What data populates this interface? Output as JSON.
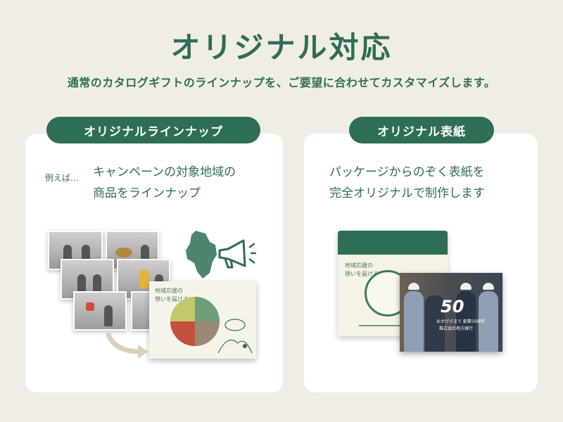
{
  "header": {
    "title": "オリジナル対応",
    "subtitle": "通常のカタログギフトのラインナップを、ご要望に合わせてカスタマイズします。"
  },
  "left_card": {
    "pill_label": "オリジナルラインナップ",
    "example_label": "例えば…",
    "desc_line1": "キャンペーンの対象地域の",
    "desc_line2": "商品をラインナップ",
    "catalog_caption_line1": "地域応援の",
    "catalog_caption_line2": "想いを届ける"
  },
  "right_card": {
    "pill_label": "オリジナル表紙",
    "desc_line1": "パッケージからのぞく表紙を",
    "desc_line2": "完全オリジナルで制作します",
    "envelope_caption_line1": "地域応援の",
    "envelope_caption_line2": "想いを届ける",
    "cover_number": "50",
    "cover_line1": "おかげさまで 創業50周年",
    "cover_line2": "株式会社地方銀行"
  },
  "colors": {
    "accent": "#2e6e52",
    "background": "#f0ede6",
    "card": "#ffffff"
  },
  "icons": [
    "map-icon",
    "megaphone-icon",
    "arrow-icon"
  ]
}
